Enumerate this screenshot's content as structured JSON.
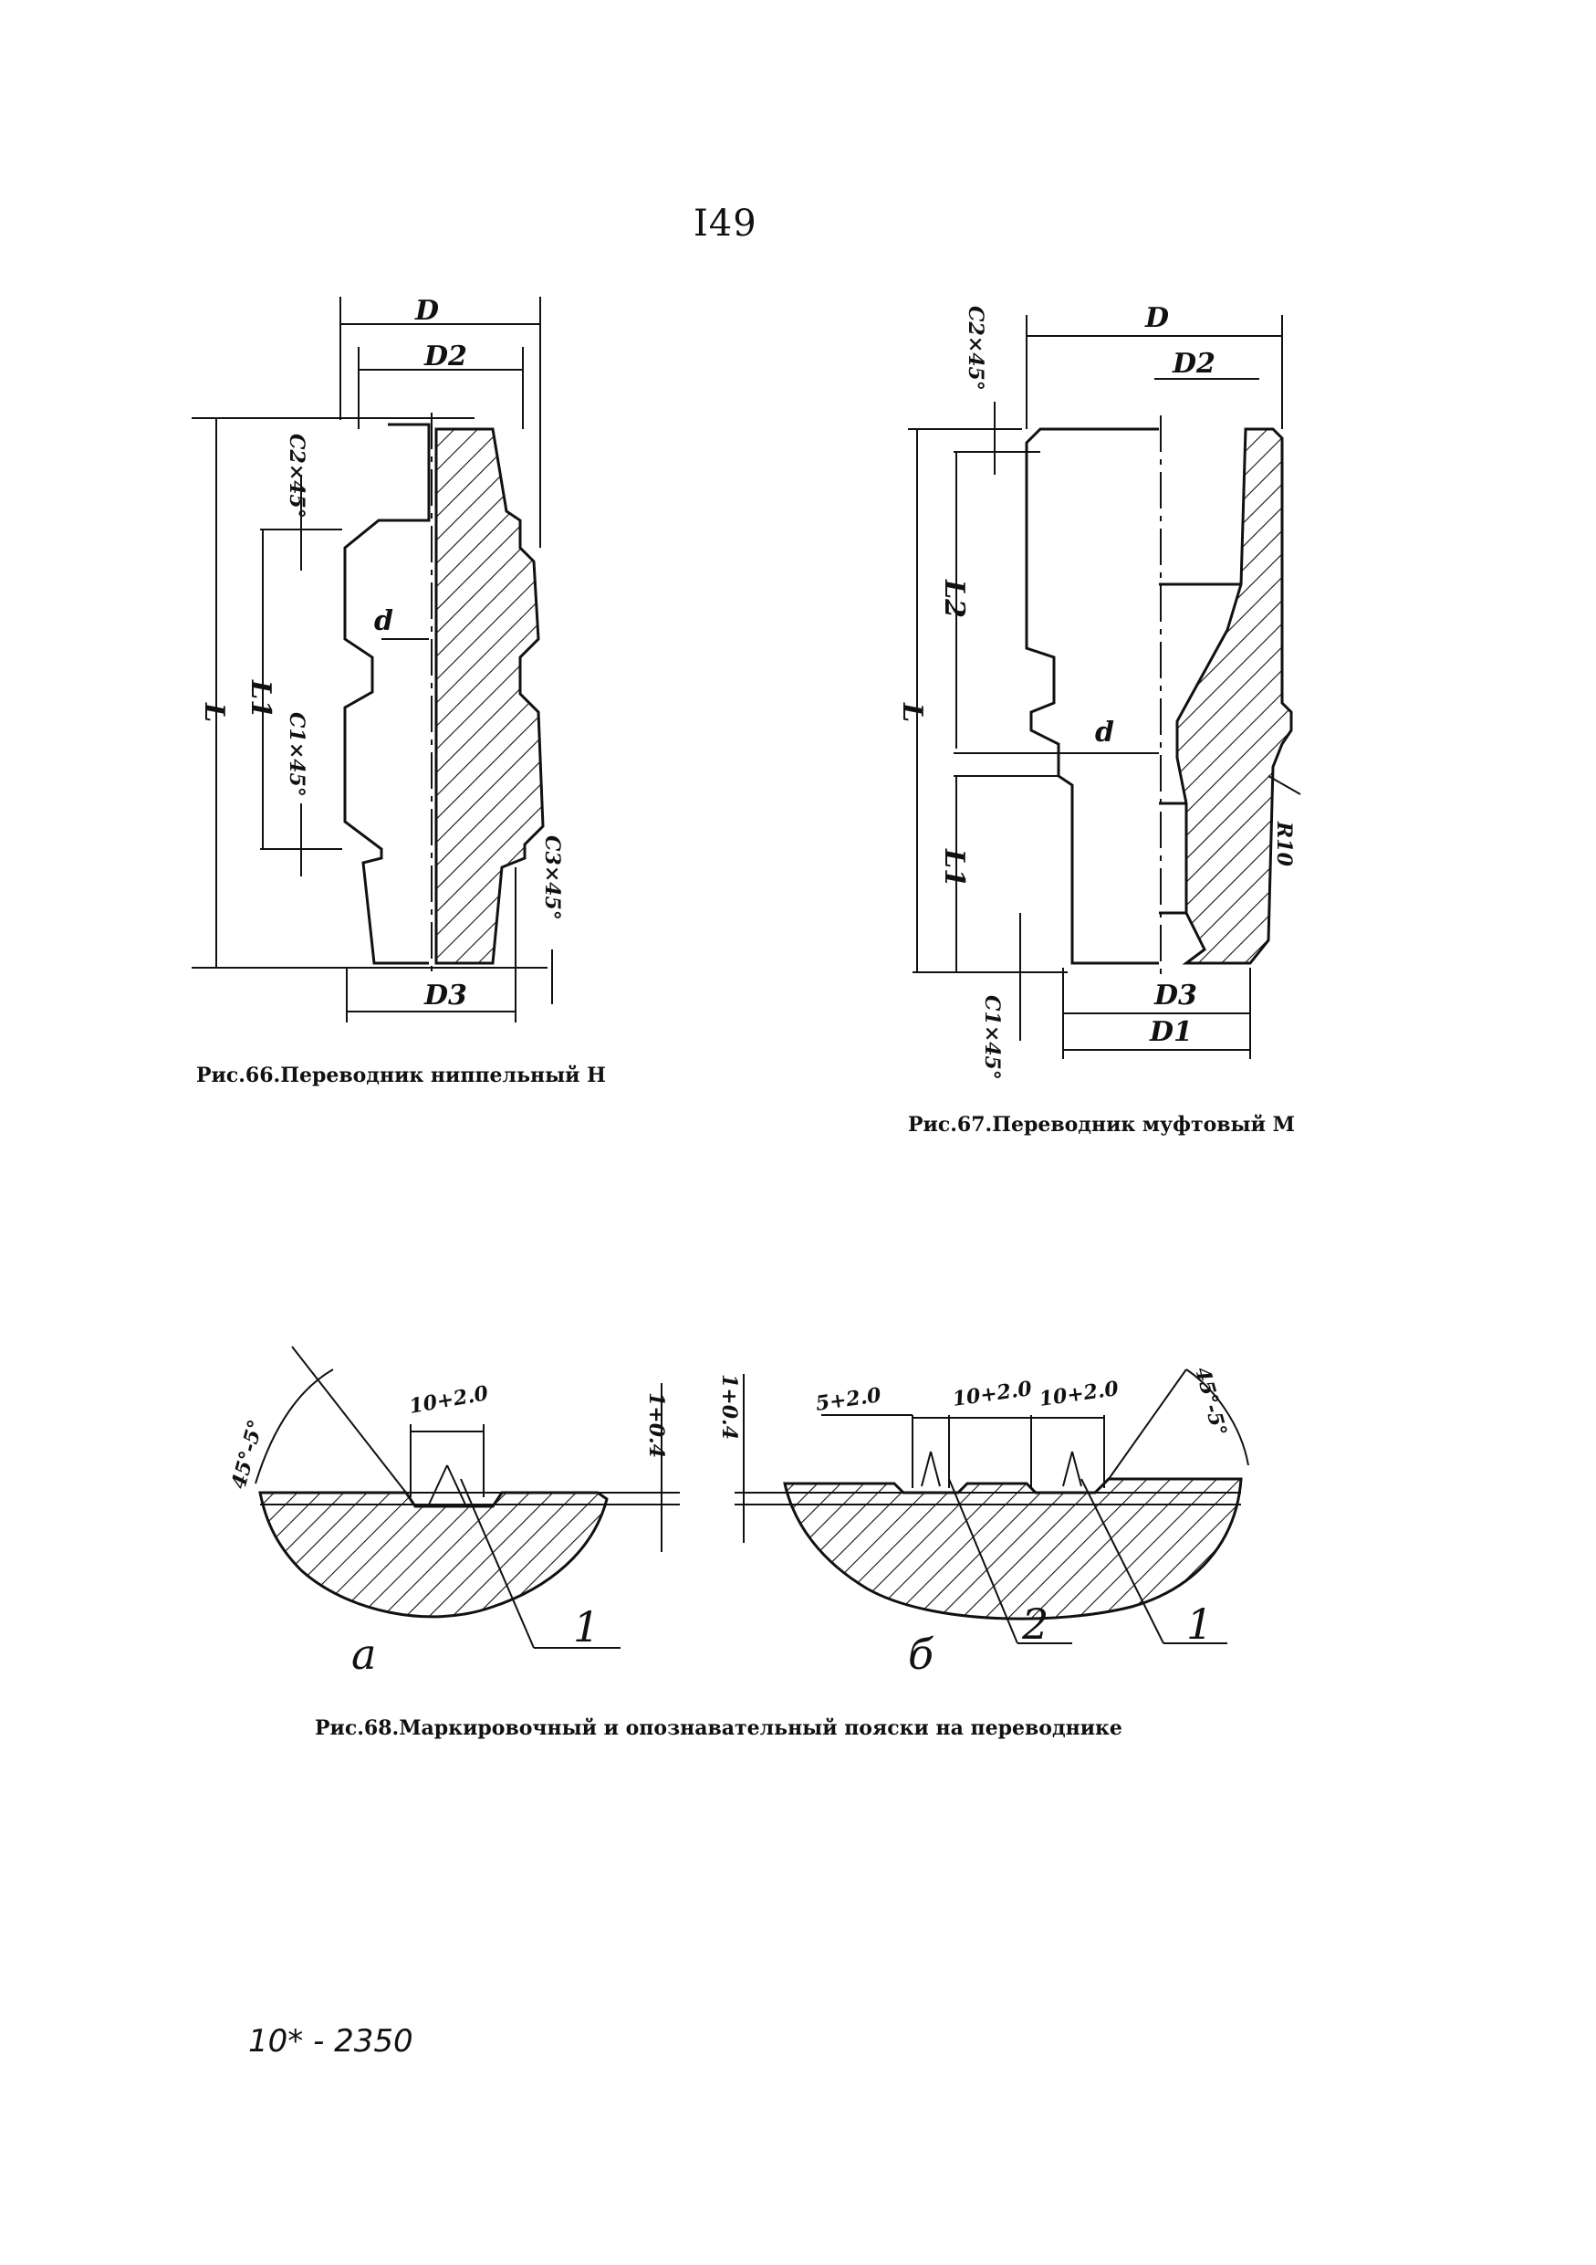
{
  "page": {
    "number": "I49"
  },
  "figures": {
    "fig66": {
      "caption": "Рис.66.Переводник ниппельный Н",
      "labels": {
        "D": "D",
        "D2": "D2",
        "D3": "D3",
        "d": "d",
        "L": "L",
        "L1": "L1",
        "C1": "C1×45°",
        "C2": "C2×45°",
        "C3": "C3×45°"
      }
    },
    "fig67": {
      "caption": "Рис.67.Переводник муфтовый М",
      "labels": {
        "D": "D",
        "D2": "D2",
        "D3": "D3",
        "D1": "D1",
        "d": "d",
        "L": "L",
        "L1": "L1",
        "L2": "L2",
        "C1": "C1×45°",
        "C2": "C2×45°",
        "R": "R10"
      }
    },
    "fig68": {
      "caption": "Рис.68.Маркировочный и опознавательный пояски на переводнике",
      "labels": {
        "angle_a": "45°-5°",
        "width_a": "10+2.0",
        "depth_a": "1+0.4",
        "depth_b": "1+0.4",
        "width1_b": "5+2.0",
        "width2_b": "10+2.0",
        "width3_b": "10+2.0",
        "angle_b": "45°-5°",
        "sub_a": "а",
        "sub_b": "б",
        "mark_1a": "1",
        "mark_1b": "1",
        "mark_2b": "2"
      }
    }
  },
  "footer": {
    "note": "10* - 2350"
  }
}
